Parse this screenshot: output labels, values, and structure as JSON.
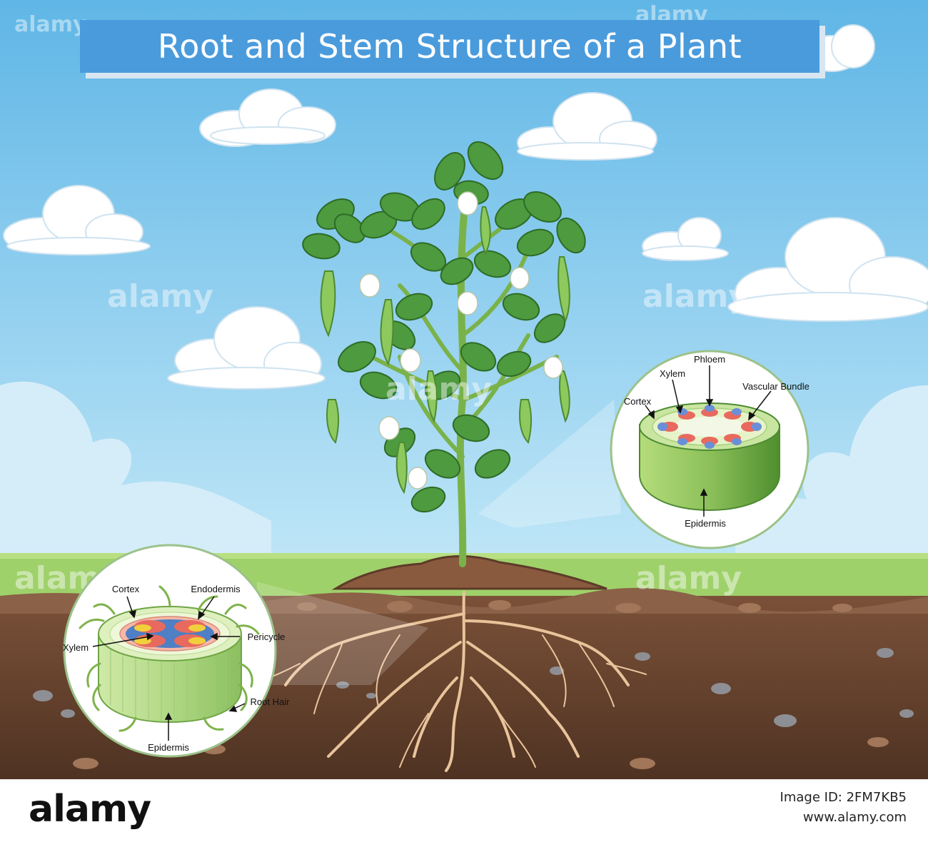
{
  "title": "Root and Stem Structure of a Plant",
  "stem_section": {
    "labels": {
      "phloem": "Phloem",
      "xylem": "Xylem",
      "vascular_bundle": "Vascular Bundle",
      "cortex": "Cortex",
      "epidermis": "Epidermis"
    }
  },
  "root_section": {
    "labels": {
      "cortex": "Cortex",
      "endodermis": "Endodermis",
      "pericycle": "Pericycle",
      "xylem": "Xylem",
      "root_hair": "Root Hair",
      "epidermis": "Epidermis"
    }
  },
  "watermark": "alamy",
  "footer": {
    "logo": "alamy",
    "image_id": "Image ID: 2FM7KB5",
    "site": "www.alamy.com"
  },
  "colors": {
    "sky": "#a9dcf2",
    "grass": "#9fd16a",
    "soil": "#6a4631",
    "title_bar": "#4a9bdc",
    "leaf": "#4d9a3f",
    "root": "#e9c49b",
    "xylem_blue": "#4f7fc4",
    "phloem_red": "#e86a5e",
    "stem_green": "#8cc05a"
  }
}
